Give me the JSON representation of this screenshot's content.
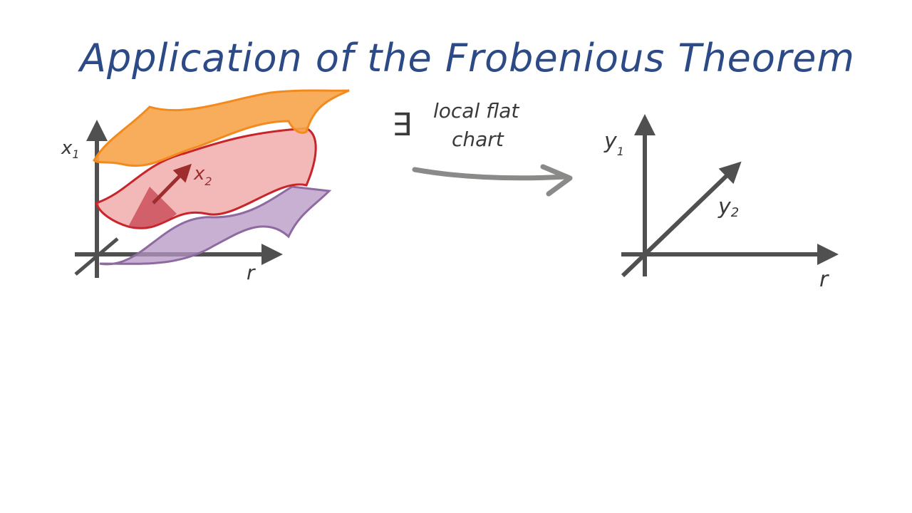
{
  "title": "Application of the Frobenious Theorem",
  "left_diagram": {
    "axis_vertical_label": "x",
    "axis_vertical_sub": "1",
    "axis_diagonal_label": "x",
    "axis_diagonal_sub": "2",
    "axis_horizontal_label": "r",
    "surface_colors": [
      "#f28a1e",
      "#e06a6a",
      "#a07ab0"
    ]
  },
  "middle": {
    "exists_symbol": "∃",
    "line1": "local flat",
    "line2": "chart"
  },
  "right_diagram": {
    "axis_vertical_label": "y",
    "axis_vertical_sub": "1",
    "axis_diagonal_label": "y",
    "axis_diagonal_sub": "2",
    "axis_horizontal_label": "r"
  },
  "colors": {
    "title": "#2c4a86",
    "axes": "#505050",
    "arrow": "#8a8a88"
  }
}
